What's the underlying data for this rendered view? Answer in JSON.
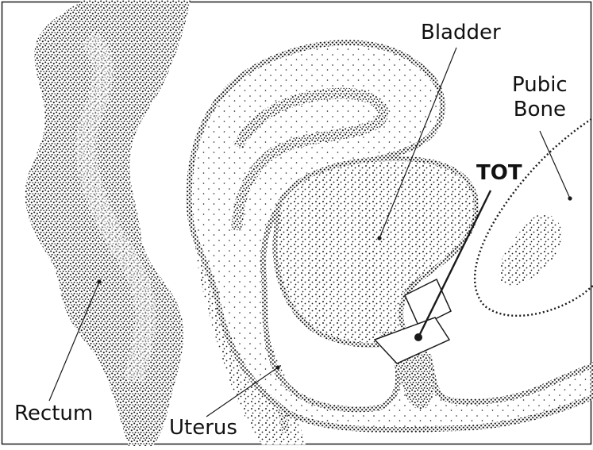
{
  "labels": {
    "bladder": "Bladder",
    "pubic_line1": "Pubic",
    "pubic_line2": "Bone",
    "tot": "TOT",
    "rectum": "Rectum",
    "uterus": "Uterus"
  },
  "colors": {
    "ink": "#1a1a1a",
    "background": "#ffffff"
  }
}
